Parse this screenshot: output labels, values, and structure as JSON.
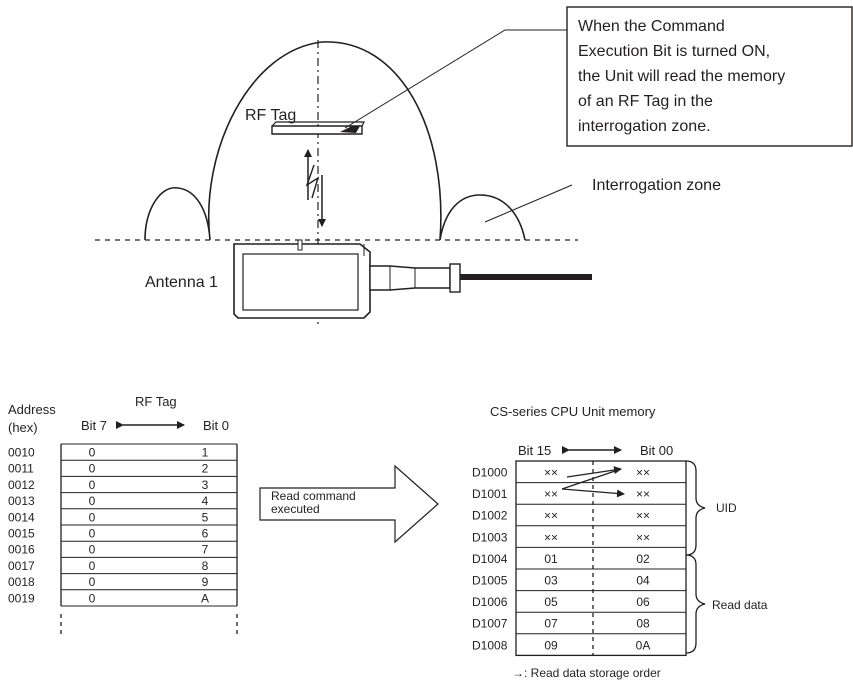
{
  "callout": {
    "lines": [
      "When the Command",
      "Execution Bit is turned ON,",
      "the Unit will read the memory",
      "of an RF Tag in the",
      "interrogation zone."
    ]
  },
  "labels": {
    "rf_tag": "RF Tag",
    "interrogation_zone": "Interrogation zone",
    "antenna": "Antenna 1"
  },
  "rf_table": {
    "address_header_1": "Address",
    "address_header_2": "(hex)",
    "title": "RF Tag",
    "bit_left": "Bit 7",
    "bit_right": "Bit 0",
    "rows": [
      {
        "addr": "0010",
        "hi": "0",
        "lo": "1"
      },
      {
        "addr": "0011",
        "hi": "0",
        "lo": "2"
      },
      {
        "addr": "0012",
        "hi": "0",
        "lo": "3"
      },
      {
        "addr": "0013",
        "hi": "0",
        "lo": "4"
      },
      {
        "addr": "0014",
        "hi": "0",
        "lo": "5"
      },
      {
        "addr": "0015",
        "hi": "0",
        "lo": "6"
      },
      {
        "addr": "0016",
        "hi": "0",
        "lo": "7"
      },
      {
        "addr": "0017",
        "hi": "0",
        "lo": "8"
      },
      {
        "addr": "0018",
        "hi": "0",
        "lo": "9"
      },
      {
        "addr": "0019",
        "hi": "0",
        "lo": "A"
      }
    ]
  },
  "arrow_label": {
    "line1": "Read command",
    "line2": "executed"
  },
  "cpu_table": {
    "title": "CS-series CPU Unit memory",
    "bit_left": "Bit 15",
    "bit_right": "Bit 00",
    "rows": [
      {
        "addr": "D1000",
        "hi": "××",
        "lo": "××"
      },
      {
        "addr": "D1001",
        "hi": "××",
        "lo": "××"
      },
      {
        "addr": "D1002",
        "hi": "××",
        "lo": "××"
      },
      {
        "addr": "D1003",
        "hi": "××",
        "lo": "××"
      },
      {
        "addr": "D1004",
        "hi": "01",
        "lo": "02"
      },
      {
        "addr": "D1005",
        "hi": "03",
        "lo": "04"
      },
      {
        "addr": "D1006",
        "hi": "05",
        "lo": "06"
      },
      {
        "addr": "D1007",
        "hi": "07",
        "lo": "08"
      },
      {
        "addr": "D1008",
        "hi": "09",
        "lo": "0A"
      }
    ],
    "uid_label": "UID",
    "read_data_label": "Read data",
    "footnote": "→: Read data storage order"
  },
  "colors": {
    "line": "#231f20",
    "background": "#ffffff"
  }
}
